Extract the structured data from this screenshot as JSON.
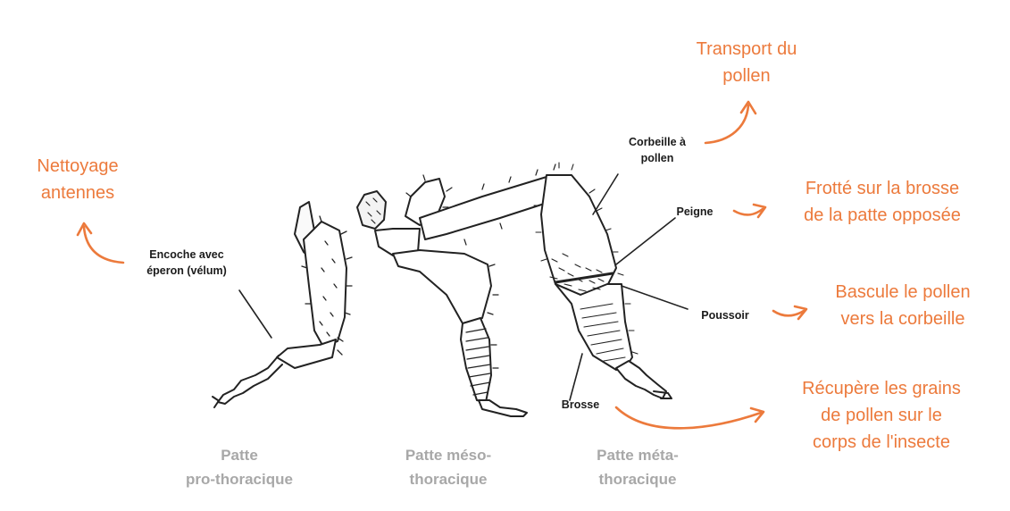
{
  "labels": {
    "transport": [
      "Transport du",
      "pollen"
    ],
    "nettoyage": [
      "Nettoyage",
      "antennes"
    ],
    "corbeille": [
      "Corbeille à",
      "pollen"
    ],
    "peigne": "Peigne",
    "frotte": [
      "Frotté sur la brosse",
      "de la patte opposée"
    ],
    "encoche": [
      "Encoche avec",
      "éperon (vélum)"
    ],
    "poussoir": "Poussoir",
    "bascule": [
      "Bascule le pollen",
      "vers la corbeille"
    ],
    "brosse": "Brosse",
    "recupere": [
      "Récupère les grains",
      "de pollen sur le",
      "corps de l'insecte"
    ],
    "patte_pro": [
      "Patte",
      "pro-thoracique"
    ],
    "patte_meso": [
      "Patte méso-",
      "thoracique"
    ],
    "patte_meta": [
      "Patte méta-",
      "thoracique"
    ]
  },
  "colors": {
    "accent": "#ec7a3c",
    "muted": "#a8a8a8",
    "ink": "#1b1b1b"
  }
}
